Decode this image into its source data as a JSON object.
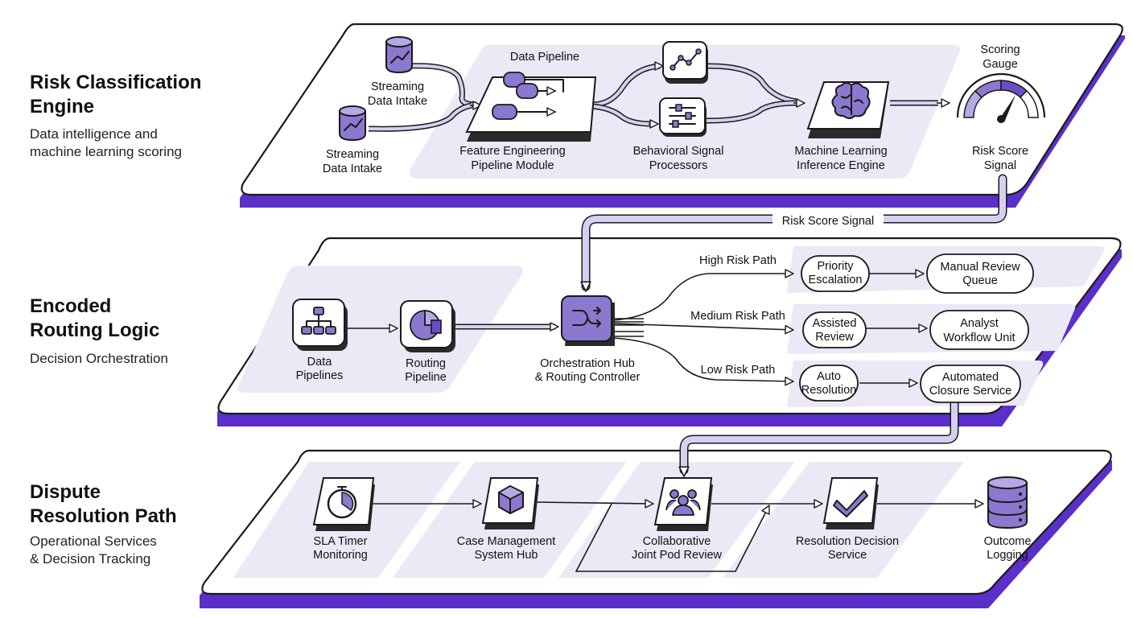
{
  "layers": {
    "risk": {
      "title_line1": "Risk Classification",
      "title_line2": "Engine",
      "subtitle_line1": "Data intelligence and",
      "subtitle_line2": "machine learning scoring"
    },
    "routing": {
      "title_line1": "Encoded",
      "title_line2": "Routing Logic",
      "subtitle_line1": "Decision Orchestration"
    },
    "dispute": {
      "title_line1": "Dispute",
      "title_line2": "Resolution Path",
      "subtitle_line1": "Operational Services",
      "subtitle_line2": "& Decision Tracking"
    }
  },
  "risk_nodes": {
    "intake_top": [
      "Streaming",
      "Data Intake"
    ],
    "intake_bottom": [
      "Streaming",
      "Data Intake"
    ],
    "pipeline_group": "Data Pipeline",
    "feature": [
      "Feature Engineering",
      "Pipeline Module"
    ],
    "behavioral": [
      "Behavioral Signal",
      "Processors"
    ],
    "ml": [
      "Machine Learning",
      "Inference Engine"
    ],
    "gauge": [
      "Scoring",
      "Gauge"
    ],
    "score": [
      "Risk Score",
      "Signal"
    ]
  },
  "connector_top": "Risk Score Signal",
  "routing_nodes": {
    "data_pipelines": [
      "Data",
      "Pipelines"
    ],
    "routing_pipeline": [
      "Routing",
      "Pipeline"
    ],
    "hub": [
      "Orchestration Hub",
      "& Routing Controller"
    ],
    "path_high": "High Risk Path",
    "path_medium": "Medium Risk Path",
    "path_low": "Low Risk Path",
    "priority": [
      "Priority",
      "Escalation"
    ],
    "manual": [
      "Manual Review",
      "Queue"
    ],
    "assisted": [
      "Assisted",
      "Review"
    ],
    "analyst": [
      "Analyst",
      "Workflow Unit"
    ],
    "auto": [
      "Auto",
      "Resolution"
    ],
    "closure": [
      "Automated",
      "Closure Service"
    ]
  },
  "dispute_nodes": {
    "sla": [
      "SLA Timer",
      "Monitoring"
    ],
    "case": [
      "Case Management",
      "System Hub"
    ],
    "collab": [
      "Collaborative",
      "Joint Pod Review"
    ],
    "decision": [
      "Resolution Decision",
      "Service"
    ],
    "outcome": [
      "Outcome",
      "Logging"
    ]
  },
  "icons": {
    "intake": "database-chart-icon",
    "feature": "pipeline-cylinders-icon",
    "behavioral_top": "line-chart-icon",
    "behavioral_bottom": "sliders-icon",
    "ml": "brain-icon",
    "gauge": "gauge-icon",
    "data_pipelines": "hierarchy-icon",
    "routing_pipeline": "pie-chart-icon",
    "hub": "routing-arrows-icon",
    "sla": "stopwatch-icon",
    "case": "cube-icon",
    "collab": "people-icon",
    "decision": "checkmark-icon",
    "outcome": "database-icon"
  },
  "colors": {
    "accent": "#5b2fc9",
    "accent_light": "#ece8f6",
    "icon_fill": "#8b78cf",
    "ink": "#1a1a1a"
  }
}
